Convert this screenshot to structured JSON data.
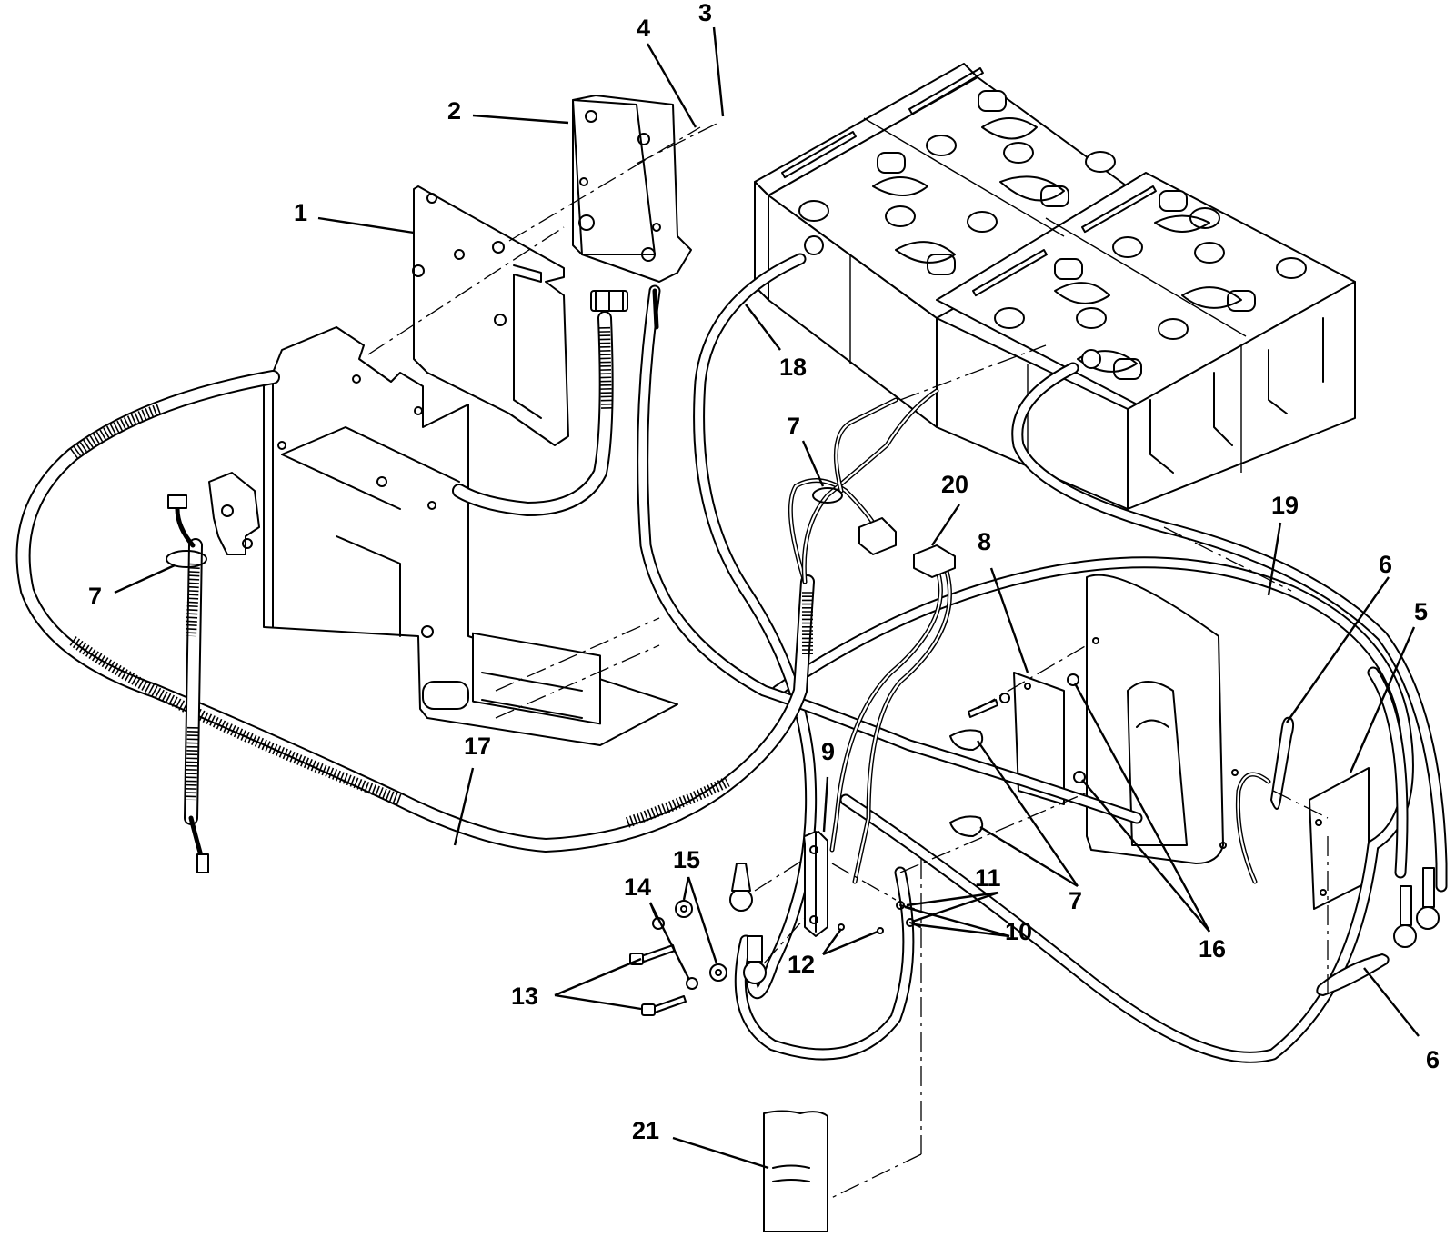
{
  "callouts": {
    "c1": "1",
    "c2": "2",
    "c3": "3",
    "c4": "4",
    "c5": "5",
    "c6a": "6",
    "c6b": "6",
    "c7a": "7",
    "c7b": "7",
    "c7c": "7",
    "c8": "8",
    "c9": "9",
    "c10": "10",
    "c11": "11",
    "c12": "12",
    "c13": "13",
    "c14": "14",
    "c15": "15",
    "c16": "16",
    "c17": "17",
    "c18": "18",
    "c19": "19",
    "c20": "20",
    "c21": "21"
  },
  "colors": {
    "line": "#000000",
    "background": "#ffffff"
  }
}
